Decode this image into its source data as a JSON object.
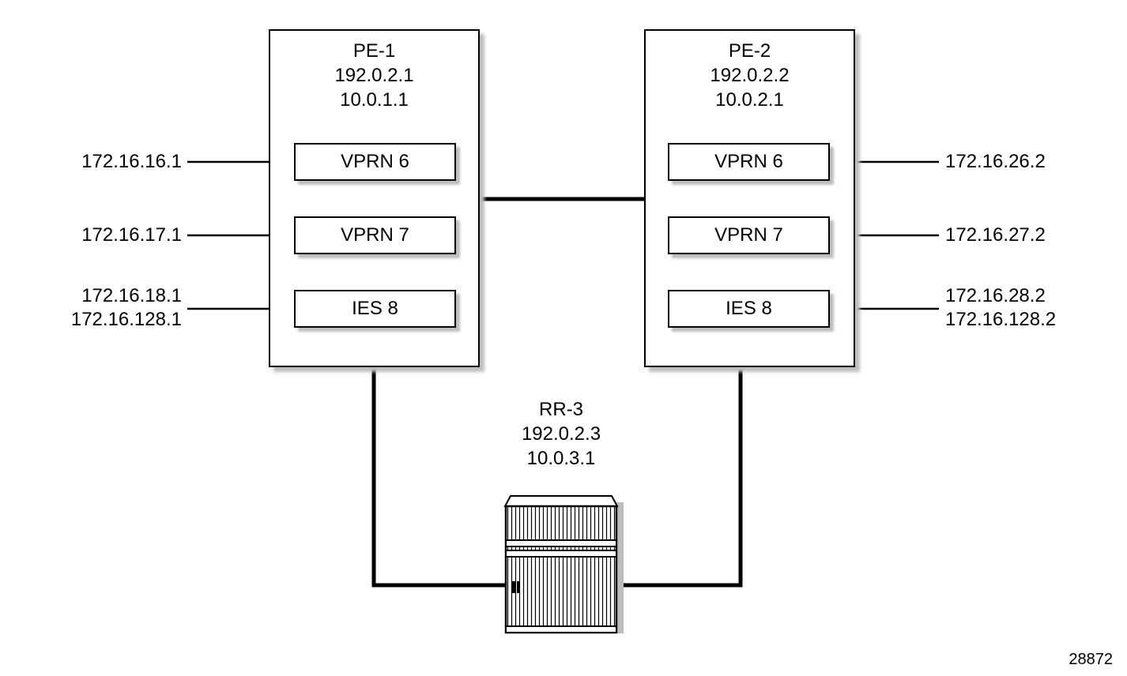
{
  "figure_number": "28872",
  "colors": {
    "line": "#000000",
    "box_fill": "#ffffff",
    "shadow": "#bdbdbd"
  },
  "pe1": {
    "name": "PE-1",
    "ip_loopback": "192.0.2.1",
    "ip_secondary": "10.0.1.1",
    "services": [
      {
        "label": "VPRN 6",
        "interface_ips": [
          "172.16.16.1"
        ]
      },
      {
        "label": "VPRN 7",
        "interface_ips": [
          "172.16.17.1"
        ]
      },
      {
        "label": "IES 8",
        "interface_ips": [
          "172.16.18.1",
          "172.16.128.1"
        ]
      }
    ]
  },
  "pe2": {
    "name": "PE-2",
    "ip_loopback": "192.0.2.2",
    "ip_secondary": "10.0.2.1",
    "services": [
      {
        "label": "VPRN 6",
        "interface_ips": [
          "172.16.26.2"
        ]
      },
      {
        "label": "VPRN 7",
        "interface_ips": [
          "172.16.27.2"
        ]
      },
      {
        "label": "IES 8",
        "interface_ips": [
          "172.16.28.2",
          "172.16.128.2"
        ]
      }
    ]
  },
  "rr3": {
    "name": "RR-3",
    "ip_loopback": "192.0.2.3",
    "ip_secondary": "10.0.3.1"
  }
}
